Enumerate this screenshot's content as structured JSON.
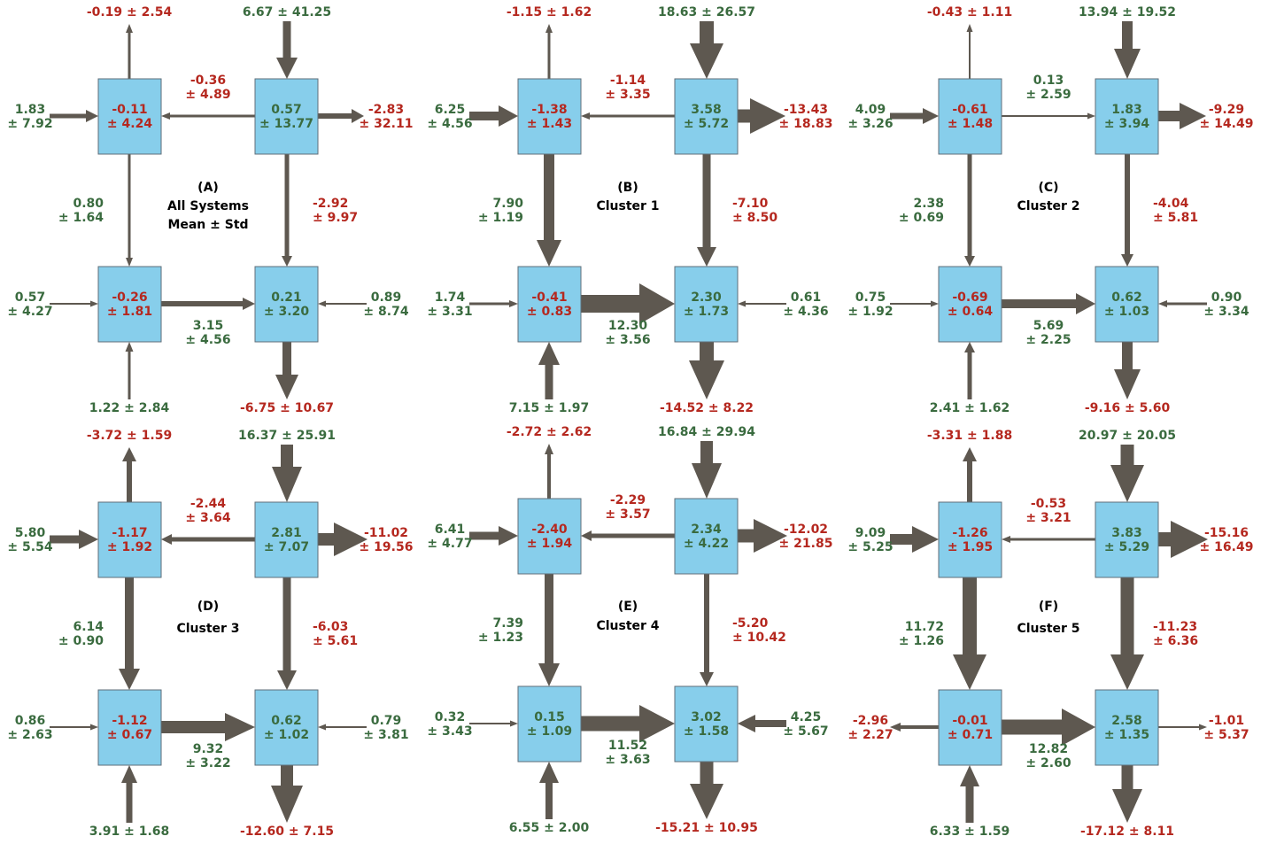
{
  "panels": [
    {
      "id": "A",
      "title": [
        "(A)",
        "All Systems",
        "Mean ± Std"
      ],
      "boxes": {
        "tl": [
          "-0.11",
          "± 4.24"
        ],
        "tr": [
          "0.57",
          "± 13.77"
        ],
        "bl": [
          "-0.26",
          "± 1.81"
        ],
        "br": [
          "0.21",
          "± 3.20"
        ]
      },
      "labels": {
        "tl_up": [
          "-0.19 ± 2.54"
        ],
        "tr_in": [
          "6.67 ± 41.25"
        ],
        "tl_in": [
          "1.83",
          "± 7.92"
        ],
        "tr_out": [
          "-2.83",
          "± 32.11"
        ],
        "top_h": [
          "-0.36",
          "± 4.89"
        ],
        "left_v": [
          "0.80",
          "± 1.64"
        ],
        "right_v": [
          "-2.92",
          "± 9.97"
        ],
        "bl_in": [
          "0.57",
          "± 4.27"
        ],
        "br_in": [
          "0.89",
          "± 8.74"
        ],
        "bot_h": [
          "3.15",
          "± 4.56"
        ],
        "bl_bottom": [
          "1.22 ± 2.84"
        ],
        "br_out": [
          "-6.75 ± 10.67"
        ]
      }
    },
    {
      "id": "B",
      "title": [
        "(B)",
        "Cluster 1"
      ],
      "boxes": {
        "tl": [
          "-1.38",
          "± 1.43"
        ],
        "tr": [
          "3.58",
          "± 5.72"
        ],
        "bl": [
          "-0.41",
          "± 0.83"
        ],
        "br": [
          "2.30",
          "± 1.73"
        ]
      },
      "labels": {
        "tl_up": [
          "-1.15 ± 1.62"
        ],
        "tr_in": [
          "18.63 ± 26.57"
        ],
        "tl_in": [
          "6.25",
          "± 4.56"
        ],
        "tr_out": [
          "-13.43",
          "± 18.83"
        ],
        "top_h": [
          "-1.14",
          "± 3.35"
        ],
        "left_v": [
          "7.90",
          "± 1.19"
        ],
        "right_v": [
          "-7.10",
          "± 8.50"
        ],
        "bl_in": [
          "1.74",
          "± 3.31"
        ],
        "br_in": [
          "0.61",
          "± 4.36"
        ],
        "bot_h": [
          "12.30",
          "± 3.56"
        ],
        "bl_bottom": [
          "7.15 ± 1.97"
        ],
        "br_out": [
          "-14.52 ± 8.22"
        ]
      }
    },
    {
      "id": "C",
      "title": [
        "(C)",
        "Cluster 2"
      ],
      "boxes": {
        "tl": [
          "-0.61",
          "± 1.48"
        ],
        "tr": [
          "1.83",
          "± 3.94"
        ],
        "bl": [
          "-0.69",
          "± 0.64"
        ],
        "br": [
          "0.62",
          "± 1.03"
        ]
      },
      "labels": {
        "tl_up": [
          "-0.43 ± 1.11"
        ],
        "tr_in": [
          "13.94 ± 19.52"
        ],
        "tl_in": [
          "4.09",
          "± 3.26"
        ],
        "tr_out": [
          "-9.29",
          "± 14.49"
        ],
        "top_h": [
          "0.13",
          "± 2.59"
        ],
        "left_v": [
          "2.38",
          "± 0.69"
        ],
        "right_v": [
          "-4.04",
          "± 5.81"
        ],
        "bl_in": [
          "0.75",
          "± 1.92"
        ],
        "br_in": [
          "0.90",
          "± 3.34"
        ],
        "bot_h": [
          "5.69",
          "± 2.25"
        ],
        "bl_bottom": [
          "2.41 ± 1.62"
        ],
        "br_out": [
          "-9.16 ± 5.60"
        ]
      }
    },
    {
      "id": "D",
      "title": [
        "(D)",
        "Cluster 3"
      ],
      "boxes": {
        "tl": [
          "-1.17",
          "± 1.92"
        ],
        "tr": [
          "2.81",
          "± 7.07"
        ],
        "bl": [
          "-1.12",
          "± 0.67"
        ],
        "br": [
          "0.62",
          "± 1.02"
        ]
      },
      "labels": {
        "tl_up": [
          "-3.72 ± 1.59"
        ],
        "tr_in": [
          "16.37 ± 25.91"
        ],
        "tl_in": [
          "5.80",
          "± 5.54"
        ],
        "tr_out": [
          "-11.02",
          "± 19.56"
        ],
        "top_h": [
          "-2.44",
          "± 3.64"
        ],
        "left_v": [
          "6.14",
          "± 0.90"
        ],
        "right_v": [
          "-6.03",
          "± 5.61"
        ],
        "bl_in": [
          "0.86",
          "± 2.63"
        ],
        "br_in": [
          "0.79",
          "± 3.81"
        ],
        "bot_h": [
          "9.32",
          "± 3.22"
        ],
        "bl_bottom": [
          "3.91 ± 1.68"
        ],
        "br_out": [
          "-12.60 ± 7.15"
        ]
      }
    },
    {
      "id": "E",
      "title": [
        "(E)",
        "Cluster 4"
      ],
      "boxes": {
        "tl": [
          "-2.40",
          "± 1.94"
        ],
        "tr": [
          "2.34",
          "± 4.22"
        ],
        "bl": [
          "0.15",
          "± 1.09"
        ],
        "br": [
          "3.02",
          "± 1.58"
        ]
      },
      "labels": {
        "tl_up": [
          "-2.72 ± 2.62"
        ],
        "tr_in": [
          "16.84 ± 29.94"
        ],
        "tl_in": [
          "6.41",
          "± 4.77"
        ],
        "tr_out": [
          "-12.02",
          "± 21.85"
        ],
        "top_h": [
          "-2.29",
          "± 3.57"
        ],
        "left_v": [
          "7.39",
          "± 1.23"
        ],
        "right_v": [
          "-5.20",
          "± 10.42"
        ],
        "bl_in": [
          "0.32",
          "± 3.43"
        ],
        "br_in": [
          "4.25",
          "± 5.67"
        ],
        "bot_h": [
          "11.52",
          "± 3.63"
        ],
        "bl_bottom": [
          "6.55 ± 2.00"
        ],
        "br_out": [
          "-15.21 ± 10.95"
        ]
      }
    },
    {
      "id": "F",
      "title": [
        "(F)",
        "Cluster 5"
      ],
      "boxes": {
        "tl": [
          "-1.26",
          "± 1.95"
        ],
        "tr": [
          "3.83",
          "± 5.29"
        ],
        "bl": [
          "-0.01",
          "± 0.71"
        ],
        "br": [
          "2.58",
          "± 1.35"
        ]
      },
      "labels": {
        "tl_up": [
          "-3.31 ± 1.88"
        ],
        "tr_in": [
          "20.97 ± 20.05"
        ],
        "tl_in": [
          "9.09",
          "± 5.25"
        ],
        "tr_out": [
          "-15.16",
          "± 16.49"
        ],
        "top_h": [
          "-0.53",
          "± 3.21"
        ],
        "left_v": [
          "11.72",
          "± 1.26"
        ],
        "right_v": [
          "-11.23",
          "± 6.36"
        ],
        "bl_in": [
          "-2.96",
          "± 2.27"
        ],
        "br_in": [
          "-1.01",
          "± 5.37"
        ],
        "bot_h": [
          "12.82",
          "± 2.60"
        ],
        "bl_bottom": [
          "6.33 ± 1.59"
        ],
        "br_out": [
          "-17.12 ± 8.11"
        ]
      }
    }
  ]
}
